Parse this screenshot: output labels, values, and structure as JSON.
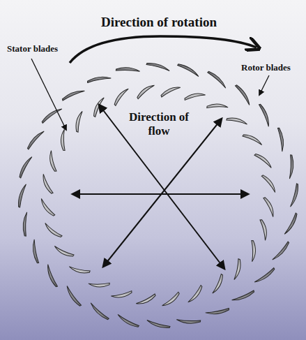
{
  "diagram": {
    "labels": [
      "Direction of rotation",
      "Stator blades",
      "Rotor blades",
      "Direction of flow"
    ]
  }
}
